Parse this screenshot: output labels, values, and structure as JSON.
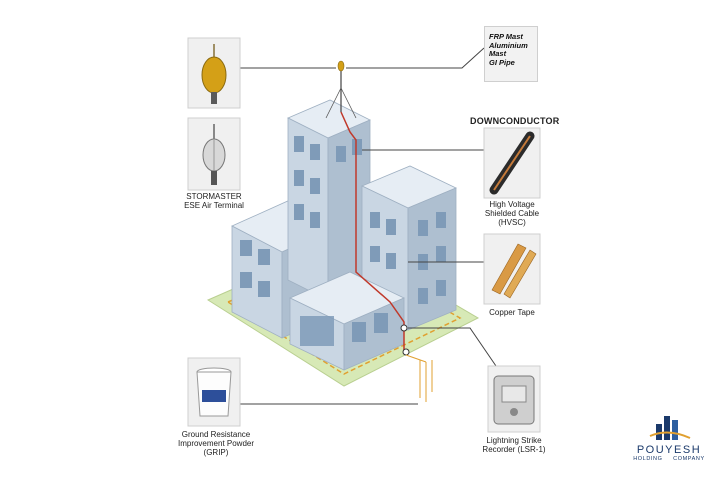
{
  "heading": "DOWNCONDUCTOR",
  "mast_options": [
    "FRP Mast",
    "Aluminium Mast",
    "GI Pipe"
  ],
  "labels": {
    "air_terminal": "STORMASTER ESE Air Terminal",
    "hvsc": "High Voltage Shielded Cable (HVSC)",
    "copper_tape": "Copper Tape",
    "grip": "Ground Resistance Improvement Powder (GRIP)",
    "recorder": "Lightning Strike Recorder (LSR-1)"
  },
  "brand": {
    "name": "POUYESH",
    "sub_left": "HOLDING",
    "sub_right": "COMPANY"
  },
  "colors": {
    "building_front": "#c9d6e3",
    "building_side": "#aebfd0",
    "building_top": "#e6edf4",
    "window": "#7f9bb8",
    "grass": "#d7e9b6",
    "conductor": "#c0392b",
    "earth_loop": "#e0a030",
    "brand": "#1b3a6b"
  }
}
